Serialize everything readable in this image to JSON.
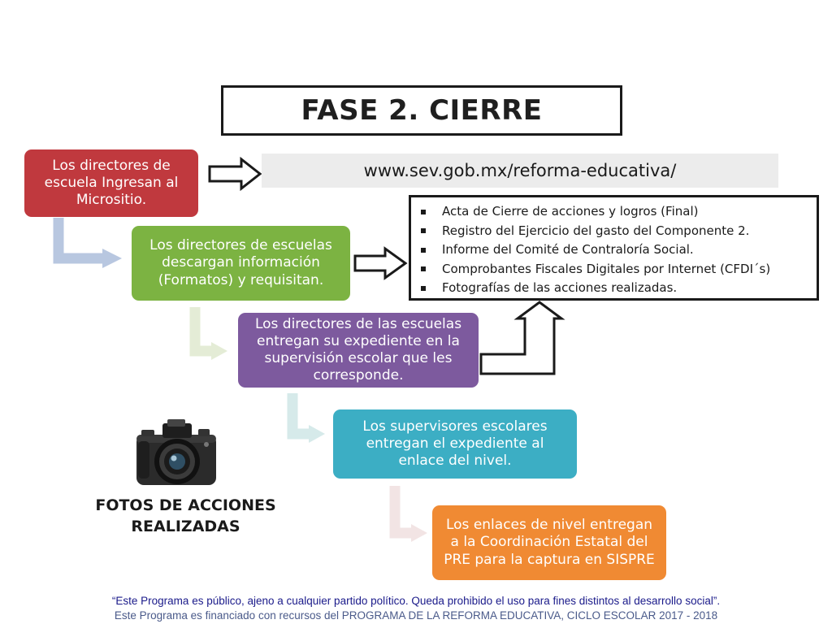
{
  "title": "FASE 2. CIERRE",
  "url": "www.sev.gob.mx/reforma-educativa/",
  "steps": [
    {
      "text": "Los directores de escuela Ingresan al Micrositio.",
      "color": "#c0393e"
    },
    {
      "text": "Los directores de escuelas descargan información (Formatos) y requisitan.",
      "color": "#7cb342"
    },
    {
      "text": "Los directores de las escuelas entregan su expediente en la supervisión escolar que les corresponde.",
      "color": "#7d5a9e"
    },
    {
      "text": "Los supervisores escolares entregan el expediente al enlace del nivel.",
      "color": "#3caec4"
    },
    {
      "text": "Los enlaces de nivel entregan a la Coordinación Estatal del PRE para la captura en SISPRE",
      "color": "#f08a33"
    }
  ],
  "requirements": [
    "Acta de Cierre de acciones y logros (Final)",
    "Registro del Ejercicio del gasto del Componente 2.",
    "Informe del Comité de Contraloría Social.",
    "Comprobantes Fiscales Digitales por Internet (CFDI´s)",
    "Fotografías de las acciones realizadas."
  ],
  "photos": {
    "label": "FOTOS DE ACCIONES REALIZADAS",
    "icon": "camera-icon"
  },
  "footer": {
    "line1": "“Este Programa es público, ajeno a cualquier partido político. Queda prohibido el uso para fines distintos al desarrollo social”.",
    "line2": "Este Programa es financiado con recursos del PROGRAMA DE LA REFORMA EDUCATIVA, CICLO ESCOLAR 2017 - 2018"
  }
}
